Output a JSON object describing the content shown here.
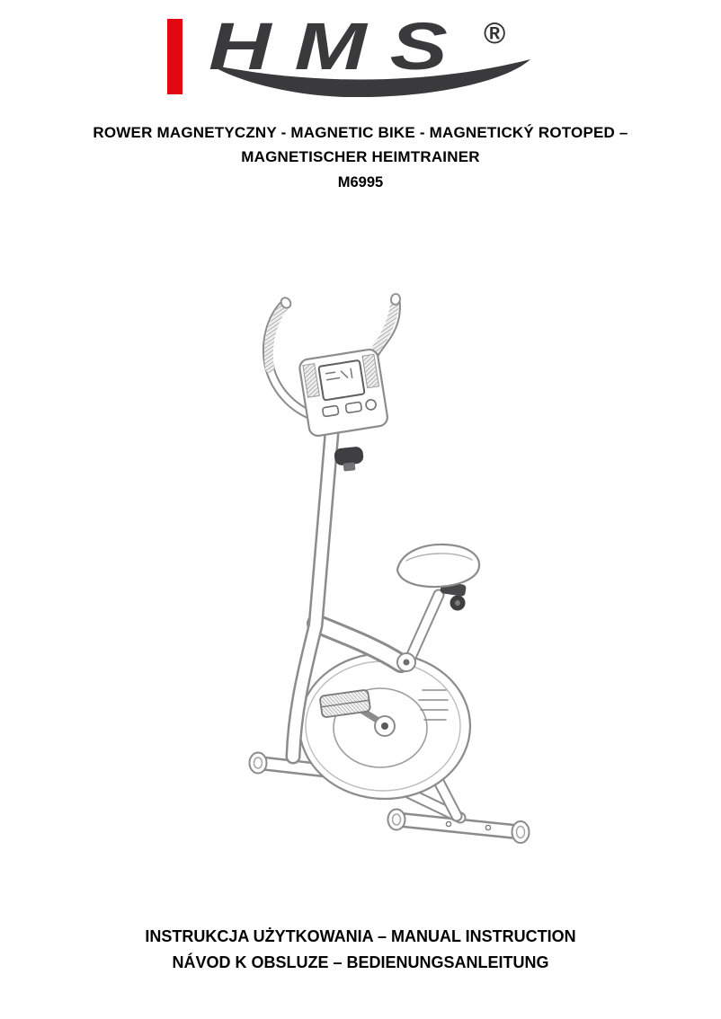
{
  "logo": {
    "brand": "HMS",
    "registered_mark": "®",
    "bar_color": "#e30613",
    "text_color": "#3a3a3c"
  },
  "title": {
    "line1": "ROWER MAGNETYCZNY - MAGNETIC BIKE - MAGNETICKÝ ROTOPED –",
    "line2": "MAGNETISCHER HEIMTRAINER",
    "model": "M6995"
  },
  "illustration": {
    "name": "magnetic-exercise-bike-line-drawing",
    "line_color": "#8c8c8c"
  },
  "footer": {
    "line1": "INSTRUKCJA UŻYTKOWANIA – MANUAL INSTRUCTION",
    "line2": "NÁVOD K OBSLUZE –  BEDIENUNGSANLEITUNG"
  }
}
